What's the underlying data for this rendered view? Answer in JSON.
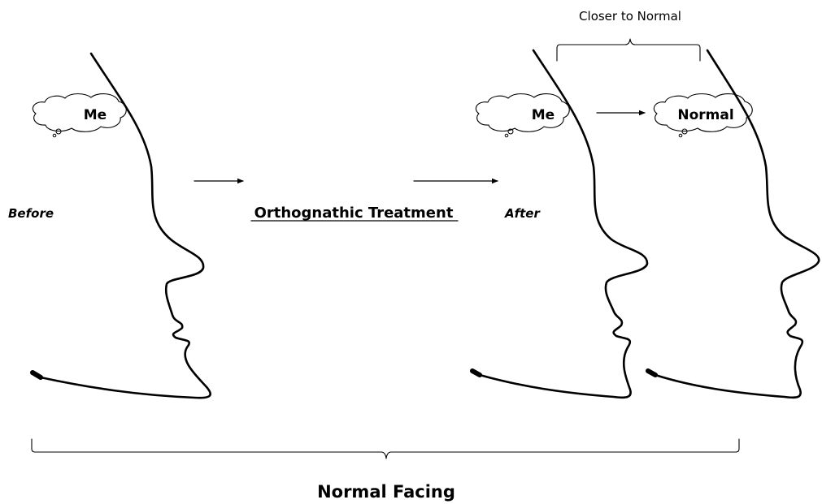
{
  "labels": {
    "before": "Before",
    "treatment": "Orthognathic Treatment",
    "after": "After",
    "closer_to_normal": "Closer to Normal",
    "normal_facing": "Normal Facing"
  },
  "thought_bubbles": {
    "before_me": "Me",
    "after_me": "Me",
    "normal": "Normal"
  },
  "colors": {
    "ink": "#000000",
    "background": "#ffffff"
  }
}
